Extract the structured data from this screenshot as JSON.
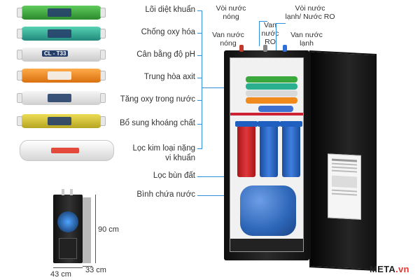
{
  "filters": [
    {
      "label": "Lõi diệt khuẩn",
      "color": "#3aa83d"
    },
    {
      "label": "Chống oxy hóa",
      "color": "#2bb08f"
    },
    {
      "label": "Cân bằng độ pH",
      "color": "#d9d9d9",
      "text": "CL - T33"
    },
    {
      "label": "Trung hòa axit",
      "color": "#f08a1c"
    },
    {
      "label": "Tăng oxy trong nước",
      "color": "#dcdcdc"
    },
    {
      "label": "Bổ sung khoáng chất",
      "color": "#d7c63a"
    },
    {
      "label": "Lọc kim loại nặng vi khuẩn",
      "line1": "Lọc kim loại nặng",
      "line2": "vi khuẩn",
      "color": "#efefef"
    }
  ],
  "labels": {
    "sediment": "Lọc bùn đất",
    "tank": "Bình chứa nước"
  },
  "top_labels": {
    "hot_tap": {
      "line1": "Vòi nước",
      "line2": "nóng"
    },
    "cold_tap": {
      "line1": "Vòi nước",
      "line2": "lạnh/ Nước RO"
    },
    "hot_valve": {
      "line1": "Van nước",
      "line2": "nóng"
    },
    "ro_valve": {
      "line1": "Van",
      "line2": "nước",
      "line3": "RO"
    },
    "cold_valve": {
      "line1": "Van nước",
      "line2": "lạnh"
    }
  },
  "dimensions": {
    "height": "90 cm",
    "width": "43 cm",
    "depth": "33 cm"
  },
  "brand": {
    "name": "META",
    "suffix": ".vn"
  },
  "colors": {
    "accent_line": "#2f8fd8",
    "cabinet": "#1b1b1b",
    "tank": "#2d66b8",
    "red_housing": "#d6262a",
    "blue_housing": "#1f5fbf"
  }
}
